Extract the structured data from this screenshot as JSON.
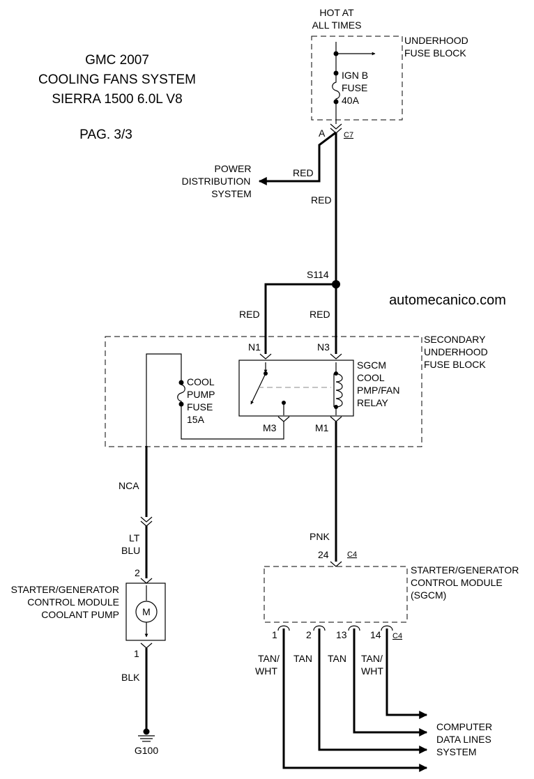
{
  "title": {
    "line1": "GMC 2007",
    "line2": "COOLING FANS SYSTEM",
    "line3": "SIERRA 1500 6.0L V8",
    "page": "PAG. 3/3"
  },
  "watermark": "automecanico.com",
  "power_source": {
    "line1": "HOT AT",
    "line2": "ALL TIMES"
  },
  "underhood_fuse_block": {
    "label_line1": "UNDERHOOD",
    "label_line2": "FUSE BLOCK",
    "fuse_line1": "IGN B",
    "fuse_line2": "FUSE",
    "fuse_line3": "40A",
    "pin": "A",
    "connector": "C7"
  },
  "power_distribution": {
    "line1": "POWER",
    "line2": "DISTRIBUTION",
    "line3": "SYSTEM",
    "wire": "RED"
  },
  "wires": {
    "main_red": "RED",
    "splice": "S114",
    "n1_red": "RED",
    "n3_red": "RED",
    "nca": "NCA",
    "lt_blu_line1": "LT",
    "lt_blu_line2": "BLU",
    "pnk": "PNK",
    "blk": "BLK"
  },
  "secondary_fuse_block": {
    "label_line1": "SECONDARY",
    "label_line2": "UNDERHOOD",
    "label_line3": "FUSE BLOCK",
    "pins": {
      "n1": "N1",
      "n3": "N3",
      "m3": "M3",
      "m1": "M1"
    },
    "fuse_line1": "COOL",
    "fuse_line2": "PUMP",
    "fuse_line3": "FUSE",
    "fuse_line4": "15A",
    "relay_line1": "SGCM",
    "relay_line2": "COOL",
    "relay_line3": "PMP/FAN",
    "relay_line4": "RELAY"
  },
  "coolant_pump": {
    "label_line1": "STARTER/GENERATOR",
    "label_line2": "CONTROL MODULE",
    "label_line3": "COOLANT PUMP",
    "motor": "M",
    "pin_top": "2",
    "pin_bottom": "1",
    "ground": "G100"
  },
  "sgcm": {
    "label_line1": "STARTER/GENERATOR",
    "label_line2": "CONTROL MODULE",
    "label_line3": "(SGCM)",
    "input_pin": "24",
    "input_connector": "C4",
    "pins": [
      "1",
      "2",
      "13",
      "14"
    ],
    "output_connector": "C4",
    "wire_tan_wht1_line1": "TAN/",
    "wire_tan_wht1_line2": "WHT",
    "wire_tan1": "TAN",
    "wire_tan2": "TAN",
    "wire_tan_wht2_line1": "TAN/",
    "wire_tan_wht2_line2": "WHT"
  },
  "computer_data_lines": {
    "line1": "COMPUTER",
    "line2": "DATA LINES",
    "line3": "SYSTEM"
  }
}
